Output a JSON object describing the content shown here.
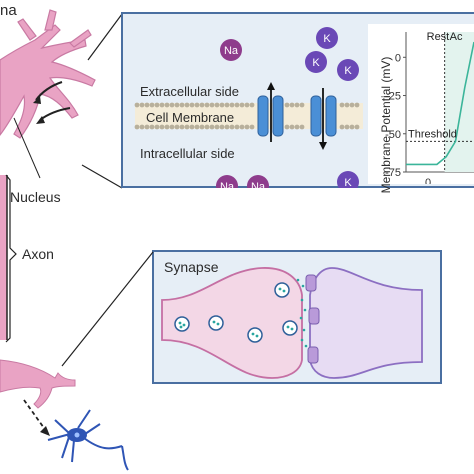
{
  "neuron": {
    "soma_label_partial": "na",
    "nucleus_label": "Nucleus",
    "axon_label": "Axon"
  },
  "membrane_panel": {
    "extracellular_label": "Extracellular side",
    "membrane_label": "Cell Membrane",
    "intracellular_label": "Intracellular side",
    "ions": {
      "sodium": "Na",
      "potassium": "K"
    }
  },
  "chart_data": {
    "type": "line",
    "ylabel": "Membrane Potential (mV)",
    "xlabel": "",
    "ylim": [
      -75,
      10
    ],
    "yticks": [
      "0",
      "-25",
      "-50",
      "-75"
    ],
    "xticks": [
      "0"
    ],
    "annotations": [
      "Rest",
      "Ac",
      "Threshold"
    ],
    "series": [
      {
        "x": [
          0,
          0.5,
          1.0,
          1.3,
          1.6,
          1.9,
          2.2
        ],
        "y": [
          -70,
          -70,
          -70,
          -65,
          -55,
          -20,
          10
        ]
      }
    ],
    "threshold_value": -55,
    "grid": false
  },
  "synapse_panel": {
    "title": "Synapse"
  },
  "colors": {
    "neuron_pink": "#e9a3c4",
    "panel_bg": "#e6eef6",
    "panel_border": "#4a6fa1",
    "channel_blue": "#4a8fd6",
    "sodium_purple": "#8e3c8c",
    "potassium_purple": "#6a48b6",
    "trace_teal": "#3bb59a",
    "neuron_blue": "#2f55b5"
  }
}
